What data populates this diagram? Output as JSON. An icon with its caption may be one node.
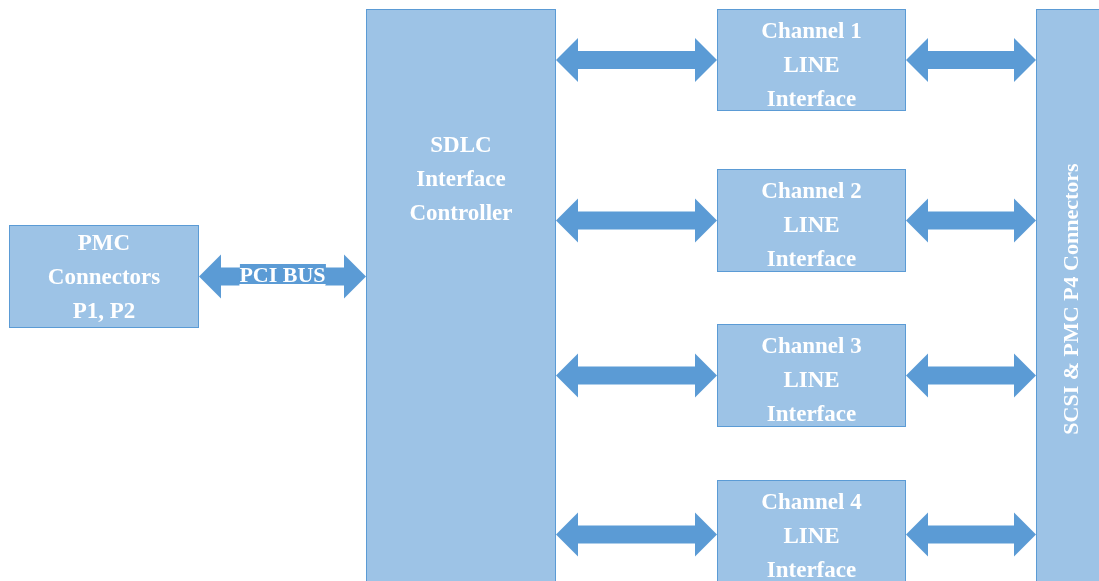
{
  "diagram": {
    "nodes": [
      {
        "text": [
          "PMC Connectors P1, P2"
        ]
      },
      {
        "text": [
          "SDLC Interface Controller"
        ]
      },
      {
        "text": [
          "Channel 1 LINE Interface"
        ]
      },
      {
        "text": [
          "Channel 2 LINE Interface"
        ]
      },
      {
        "text": [
          "Channel 3 LINE Interface"
        ]
      },
      {
        "text": [
          "Channel 4 LINE Interface"
        ]
      },
      {
        "text": [
          "SCSI & PMC P4 Connectors"
        ]
      }
    ],
    "edges": [
      {
        "from": 0,
        "to": 1,
        "arrow": "both",
        "label": "PCI BUS"
      },
      {
        "from": 1,
        "to": 2,
        "arrow": "both"
      },
      {
        "from": 1,
        "to": 3,
        "arrow": "both"
      },
      {
        "from": 1,
        "to": 4,
        "arrow": "both"
      },
      {
        "from": 1,
        "to": 5,
        "arrow": "both"
      },
      {
        "from": 2,
        "to": 6,
        "arrow": "both"
      },
      {
        "from": 3,
        "to": 6,
        "arrow": "both"
      },
      {
        "from": 4,
        "to": 6,
        "arrow": "both"
      },
      {
        "from": 5,
        "to": 6,
        "arrow": "both"
      }
    ]
  }
}
